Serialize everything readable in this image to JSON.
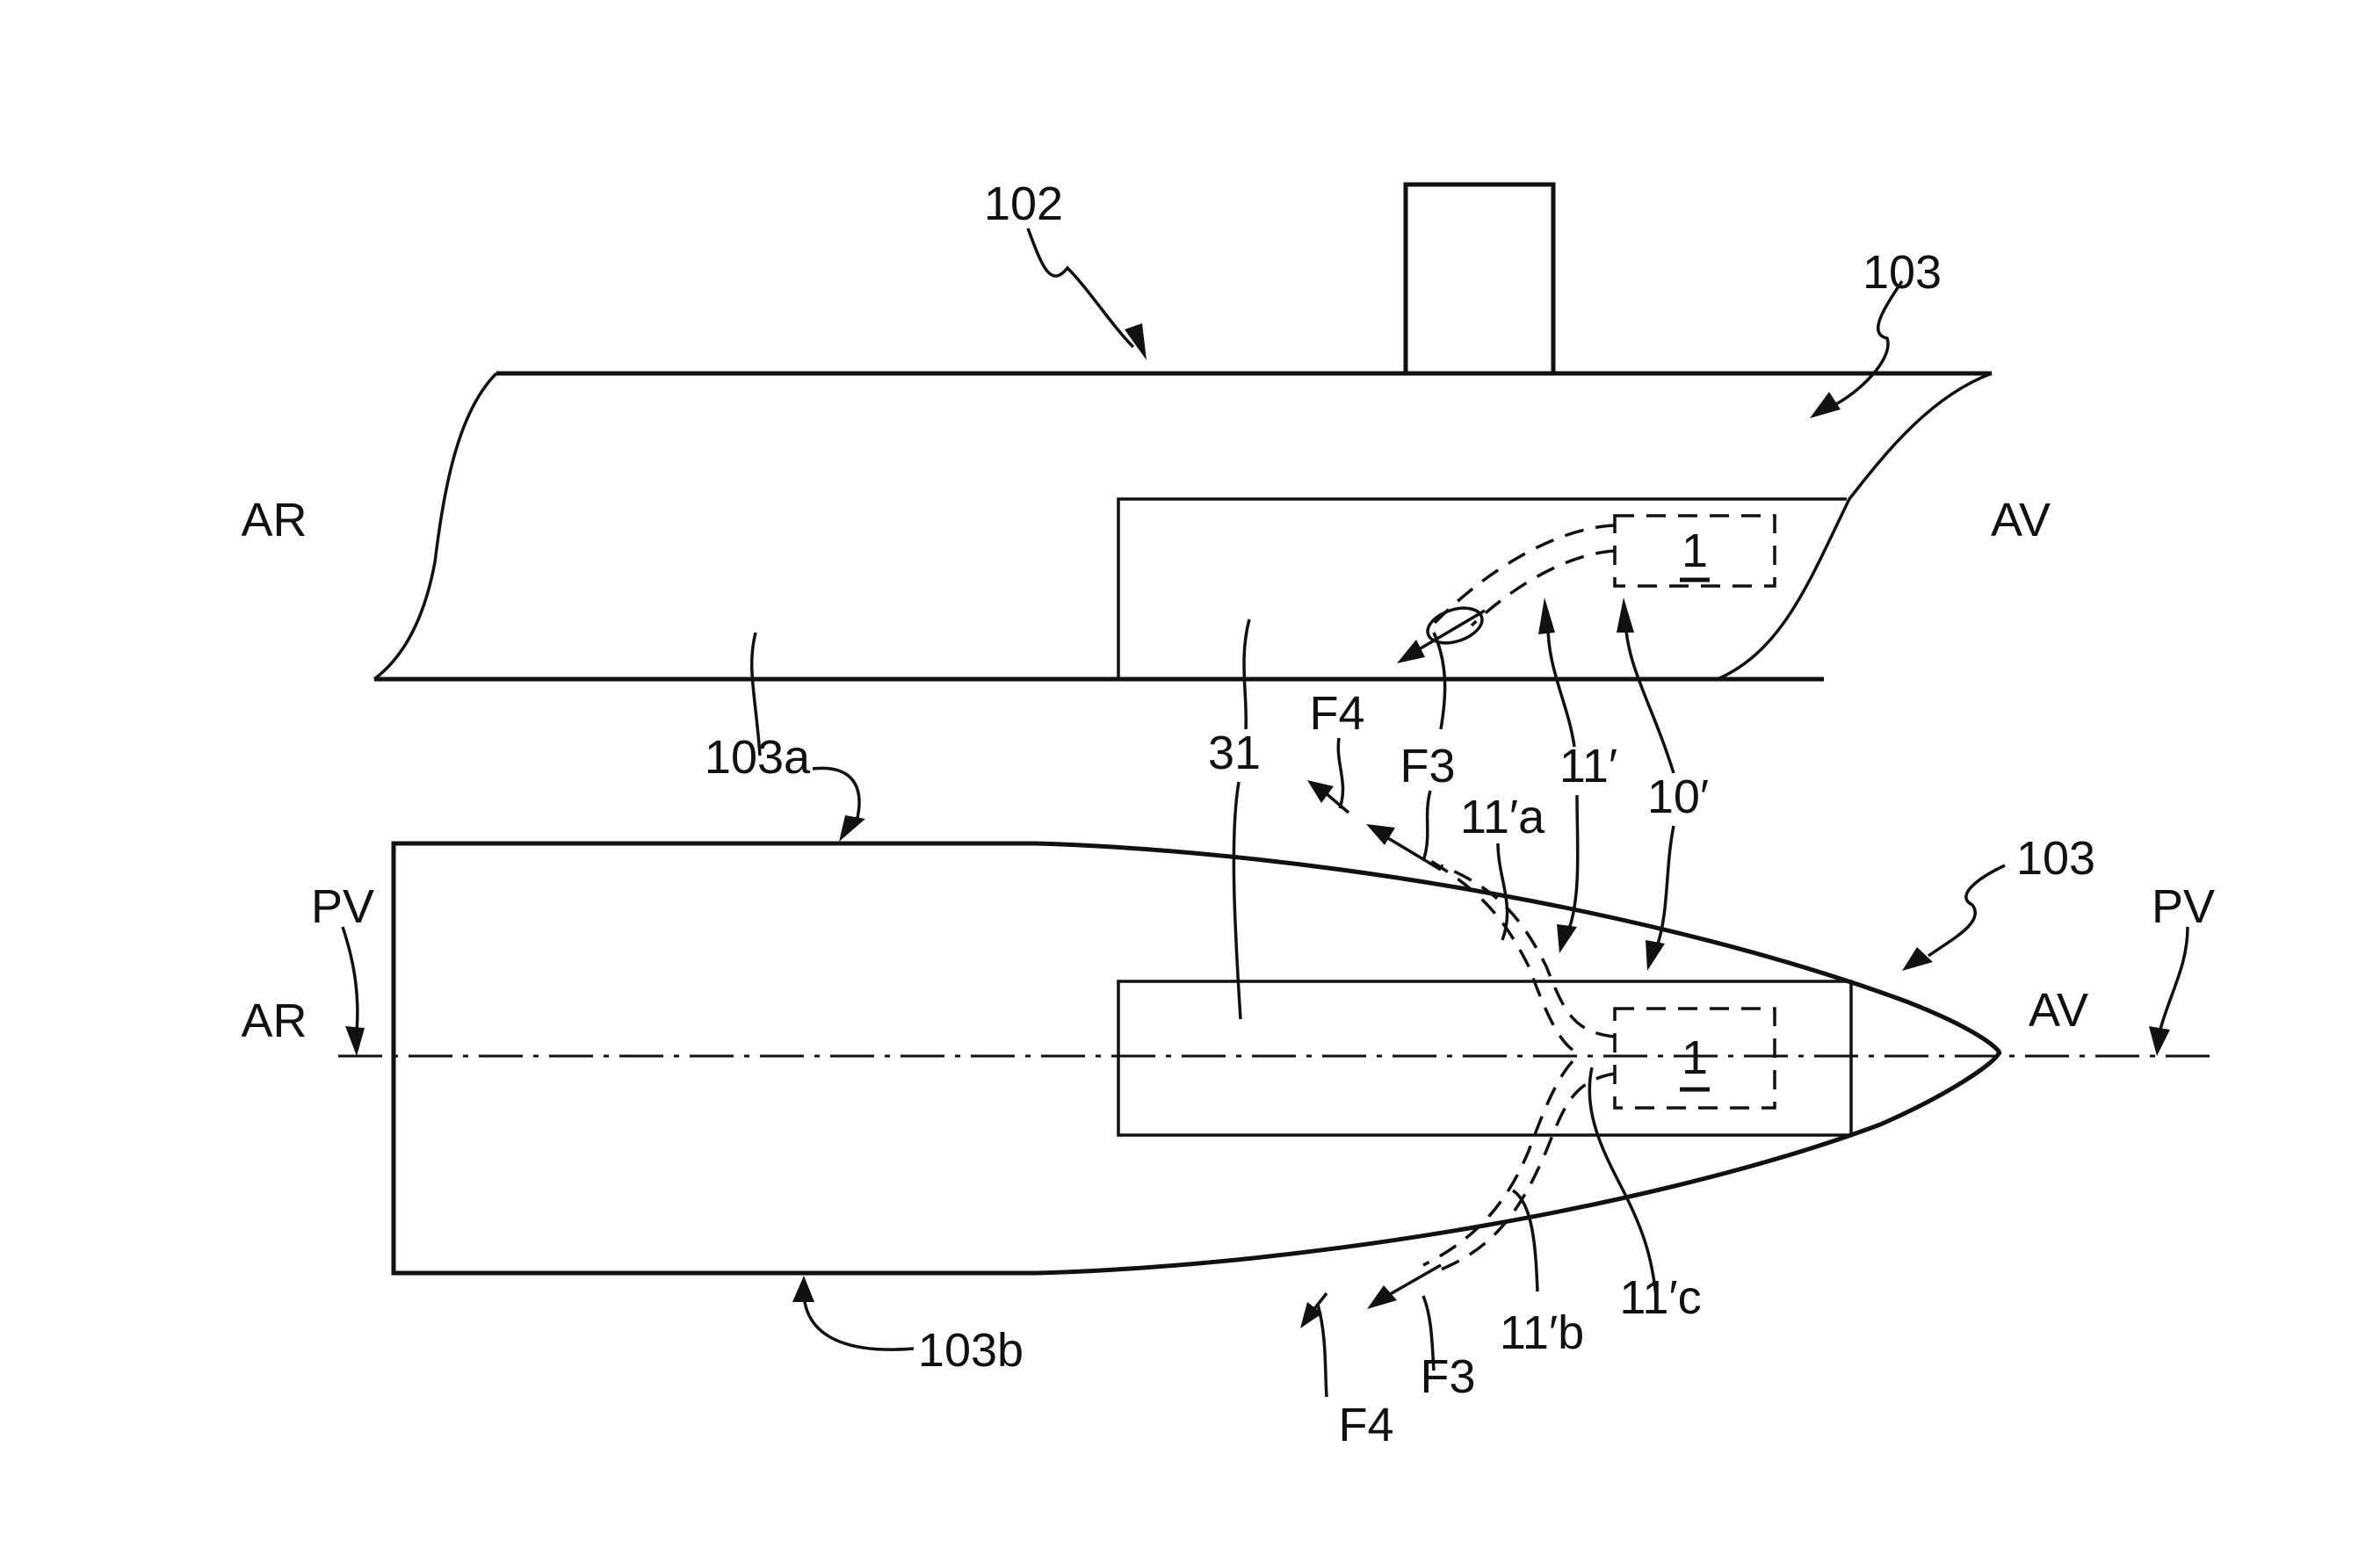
{
  "figure": {
    "type": "patent-drawing",
    "colors": {
      "line": "#111111",
      "background": "#ffffff"
    },
    "side_view": {
      "labels": {
        "vessel": "102",
        "hull": "103",
        "stern": "AR",
        "bow": "AV",
        "hull_portion": "103a",
        "compartment": "31",
        "device": "1",
        "circuit": "11′",
        "system": "10′",
        "flow_f3": "F3"
      }
    },
    "top_view": {
      "labels": {
        "hull_side_a": "103a",
        "hull_side_b": "103b",
        "hull": "103",
        "plane_left": "PV",
        "plane_right": "PV",
        "stern": "AR",
        "bow": "AV",
        "compartment": "31",
        "device": "1",
        "flow_f4_top": "F4",
        "flow_f3_top": "F3",
        "branch_a": "11′a",
        "branch_b": "11′b",
        "branch_c": "11′c",
        "flow_f3_bottom": "F3",
        "flow_f4_bottom": "F4"
      }
    }
  }
}
